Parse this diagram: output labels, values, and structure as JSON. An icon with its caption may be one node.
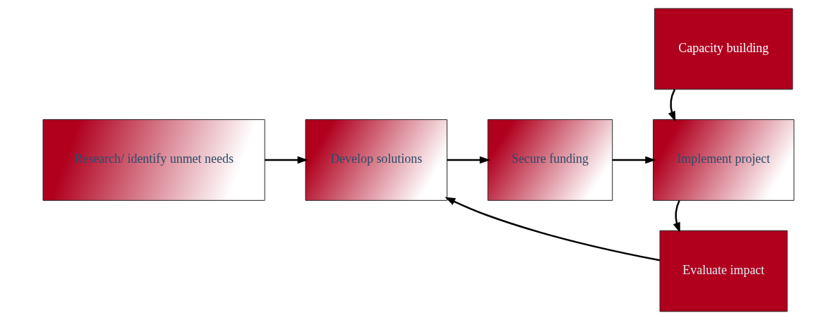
{
  "diagram": {
    "nodes": [
      {
        "text": [
          "Research/ identify unmet needs"
        ]
      },
      {
        "text": [
          "Develop solutions"
        ]
      },
      {
        "text": [
          "Secure funding"
        ]
      },
      {
        "text": [
          "Implement project"
        ]
      },
      {
        "text": [
          "Capacity building"
        ]
      },
      {
        "text": [
          "Evaluate impact"
        ]
      }
    ],
    "edges": [
      {
        "from": 0,
        "to": 1,
        "arrow": "to"
      },
      {
        "from": 1,
        "to": 2,
        "arrow": "to"
      },
      {
        "from": 2,
        "to": 3,
        "arrow": "to"
      },
      {
        "from": 4,
        "to": 3,
        "arrow": "to"
      },
      {
        "from": 3,
        "to": 5,
        "arrow": "to"
      },
      {
        "from": 5,
        "to": 1,
        "arrow": "to"
      }
    ]
  }
}
